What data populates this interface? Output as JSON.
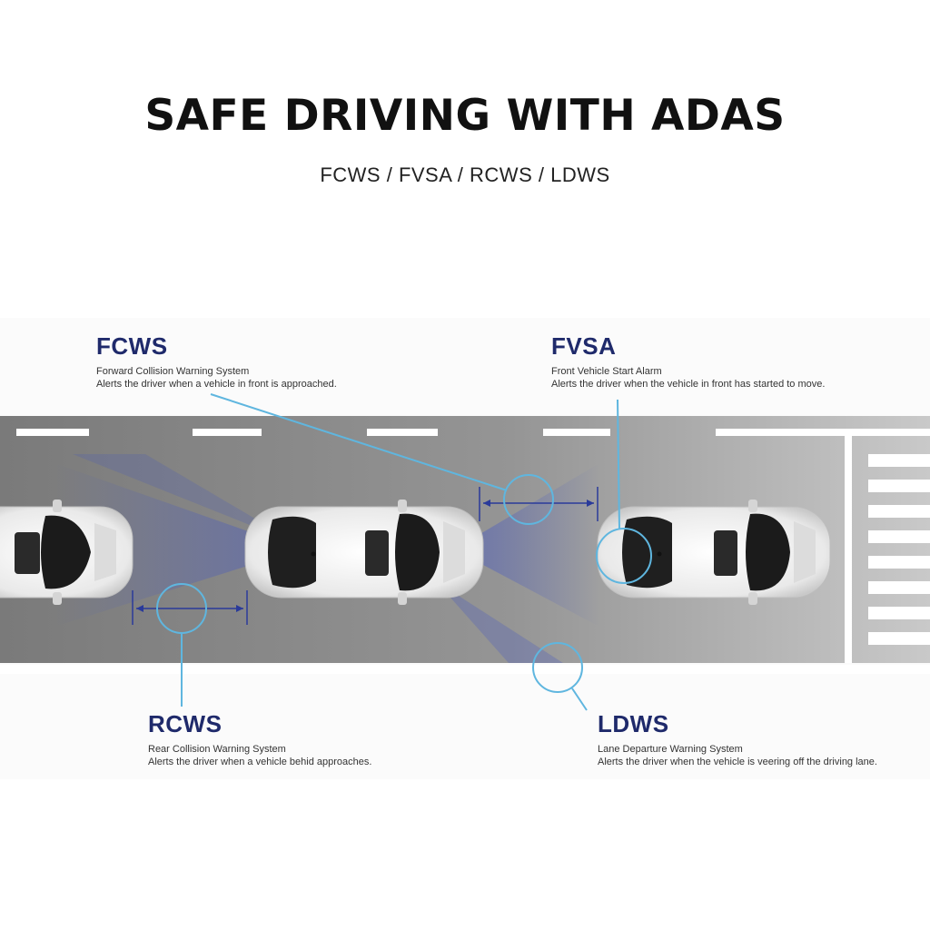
{
  "header": {
    "title": "SAFE DRIVING WITH ADAS",
    "subtitle": "FCWS / FVSA / RCWS / LDWS"
  },
  "features": {
    "fcws": {
      "abbr": "FCWS",
      "name": "Forward Collision Warning System",
      "description": "Alerts the driver when a vehicle in front is approached."
    },
    "fvsa": {
      "abbr": "FVSA",
      "name": "Front Vehicle Start Alarm",
      "description": "Alerts the driver when the vehicle in front has started to move."
    },
    "rcws": {
      "abbr": "RCWS",
      "name": "Rear Collision Warning System",
      "description": "Alerts the driver when a vehicle behid approaches."
    },
    "ldws": {
      "abbr": "LDWS",
      "name": "Lane Departure Warning System",
      "description": "Alerts the driver when the vehicle is veering off the driving lane."
    }
  },
  "colors": {
    "heading": "#111111",
    "feature_title": "#1f2a6b",
    "callout_line": "#5fb6df",
    "distance_marker": "#2a3a9a",
    "road": "#8c8c8c",
    "sensor_beam": "#3a4fc9"
  }
}
